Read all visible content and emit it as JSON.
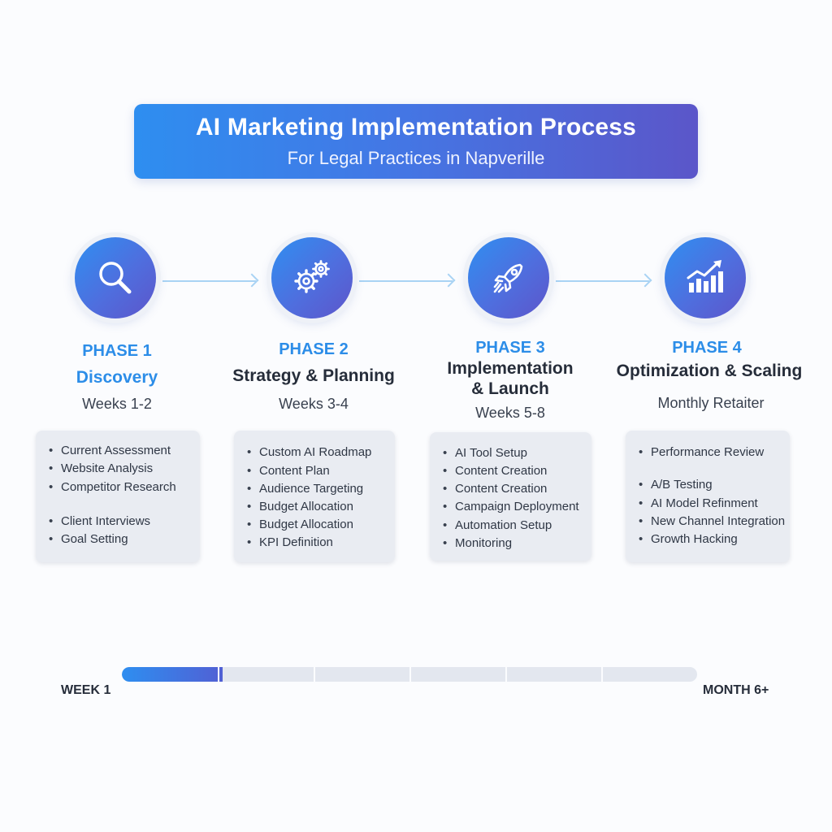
{
  "header": {
    "title": "AI Marketing Implementation Process",
    "subtitle": "For Legal Practices in Napverille"
  },
  "phases": [
    {
      "label": "PHASE 1",
      "name": "Discovery",
      "duration": "Weeks 1-2",
      "icon": "magnifying-glass-icon",
      "items": [
        "Current Assessment",
        "Website Analysis",
        "Competitor Research",
        "Client Interviews",
        "Goal Setting"
      ]
    },
    {
      "label": "PHASE 2",
      "name": "Strategy & Planning",
      "duration": "Weeks 3-4",
      "icon": "gears-icon",
      "items": [
        "Custom AI Roadmap",
        "Content Plan",
        "Audience Targeting",
        "Budget Allocation",
        "Budget Allocation",
        "KPI Definition"
      ]
    },
    {
      "label": "PHASE 3",
      "name_line1": "Implementation",
      "name_line2": "& Launch",
      "duration": "Weeks 5-8",
      "icon": "rocket-icon",
      "items": [
        "AI Tool Setup",
        "Content Creation",
        "Content Creation",
        "Campaign Deployment",
        "Automation Setup",
        "Monitoring"
      ]
    },
    {
      "label": "PHASE 4",
      "name": "Optimization & Scaling",
      "duration": "Monthly Retaiter",
      "icon": "growth-chart-icon",
      "items": [
        "Performance Review",
        "A/B Testing",
        "AI Model Refinment",
        "New Channel Integration",
        "Growth Hacking"
      ]
    }
  ],
  "timeline": {
    "start_label": "WEEK 1",
    "end_label": "MONTH 6+",
    "progress_fraction": 0.175,
    "segments": 6
  },
  "colors": {
    "accent_blue": "#2c8de8",
    "accent_purple": "#5b56c9",
    "card_bg": "#e9ecf2",
    "arrow": "#a9d3f4"
  }
}
